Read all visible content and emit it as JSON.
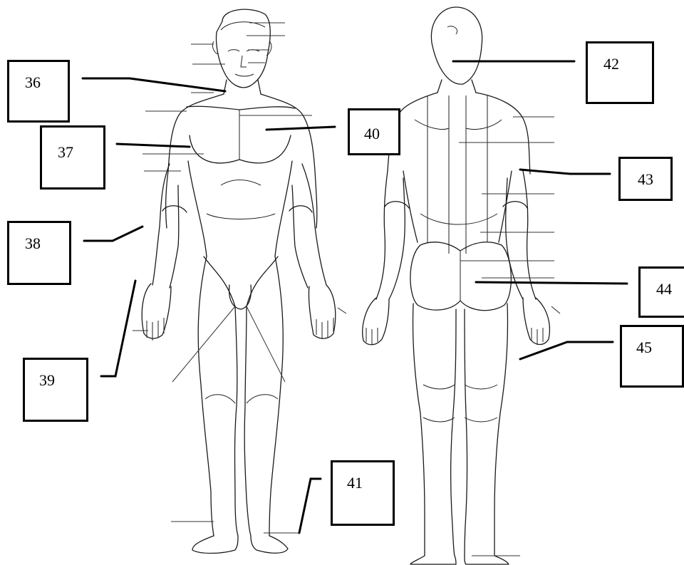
{
  "diagram": {
    "labels": [
      {
        "id": "36",
        "text": "36"
      },
      {
        "id": "37",
        "text": "37"
      },
      {
        "id": "38",
        "text": "38"
      },
      {
        "id": "39",
        "text": "39"
      },
      {
        "id": "40",
        "text": "40"
      },
      {
        "id": "41",
        "text": "41"
      },
      {
        "id": "42",
        "text": "42"
      },
      {
        "id": "43",
        "text": "43"
      },
      {
        "id": "44",
        "text": "44"
      },
      {
        "id": "45",
        "text": "45"
      }
    ],
    "figures": [
      "front-view",
      "back-view"
    ],
    "colors": {
      "line": "#000000",
      "background": "#ffffff"
    }
  }
}
